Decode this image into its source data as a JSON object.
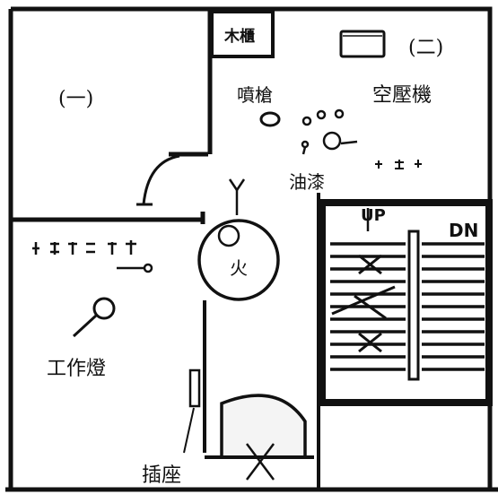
{
  "labels": {
    "cabinet": "木櫃",
    "room_one": "(一)",
    "room_two": "(二)",
    "spray_gun": "噴槍",
    "compressor": "空壓機",
    "paint": "油漆",
    "fire": "火",
    "work_lamp": "工作燈",
    "socket": "插座",
    "up": "UP",
    "down": "DN"
  },
  "colors": {
    "ink": "#111111",
    "paper": "#ffffff",
    "floor": "#f4f4f4"
  }
}
